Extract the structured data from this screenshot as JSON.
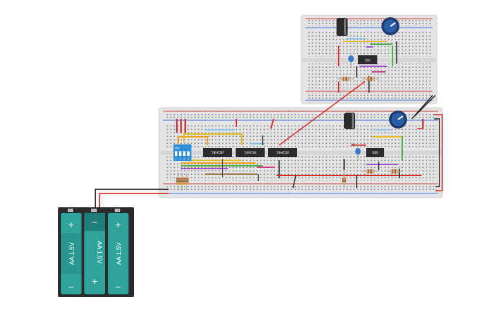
{
  "colors": {
    "board": "#e3e3e3",
    "board_edge": "#cfcfcf",
    "rail_red": "#d64040",
    "rail_blue": "#3f6fd6",
    "hole": "#6f6f6f",
    "chip": "#2b2b2b",
    "battery_body": "#2b2b2b",
    "battery_cell": "#2fa39b",
    "dip_switch": "#2f8fd6",
    "pot": "#2c4f8f",
    "wire_red": "#d62a2a",
    "wire_black": "#222222"
  },
  "boards": [
    {
      "name": "small-breadboard"
    },
    {
      "name": "main-breadboard"
    }
  ],
  "chips": [
    {
      "name": "chip-74hc87",
      "label": "74HC87"
    },
    {
      "name": "chip-74hc86",
      "label": "74HC86"
    },
    {
      "name": "chip-74hc32",
      "label": "74HC32"
    },
    {
      "name": "chip-555-main",
      "label": "555"
    },
    {
      "name": "chip-555-top",
      "label": "555"
    }
  ],
  "dip_switch": {
    "label": "ON",
    "positions": [
      "1",
      "2",
      "3",
      "4"
    ]
  },
  "battery": {
    "cells": [
      {
        "label": "AA 1.5V",
        "top": "+",
        "bottom": "−"
      },
      {
        "label": "AA 1.5V",
        "top": "−",
        "bottom": "+"
      },
      {
        "label": "AA 1.5V",
        "top": "+",
        "bottom": "−"
      }
    ]
  },
  "components": {
    "capacitors": [
      "electrolytic-capacitor",
      "electrolytic-capacitor"
    ],
    "potentiometers": [
      "potentiometer",
      "potentiometer"
    ],
    "ceramic_capacitors": [
      "ceramic-capacitor",
      "ceramic-capacitor"
    ]
  }
}
